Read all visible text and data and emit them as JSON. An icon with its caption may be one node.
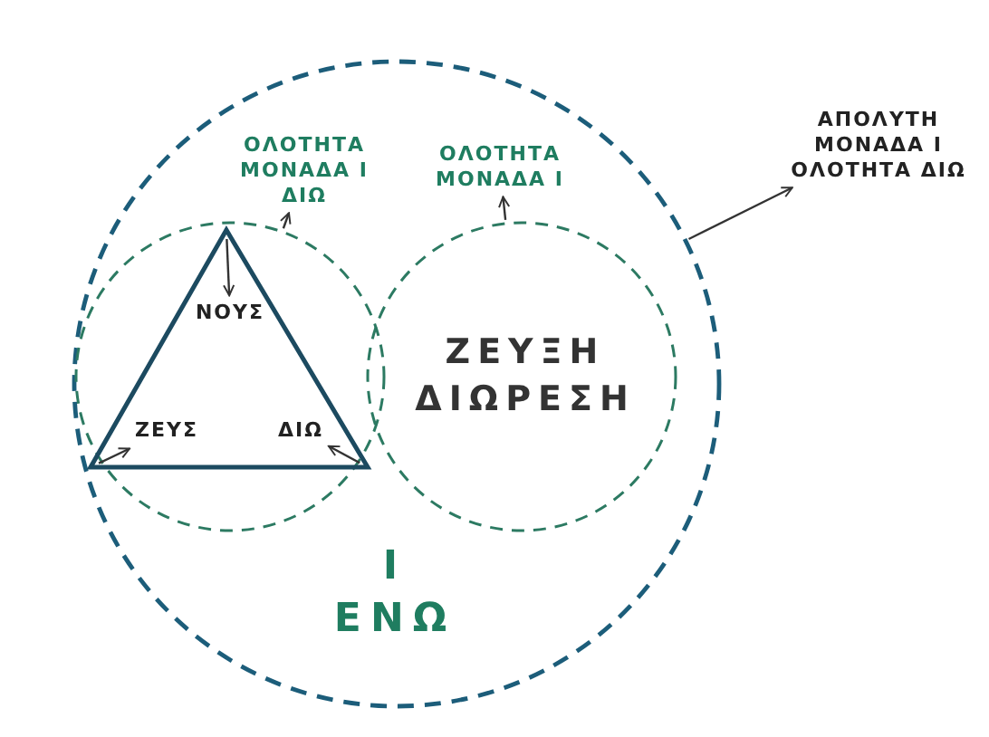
{
  "diagram": {
    "nodes": [
      {
        "text": [
          "Ι ΕΝΩ"
        ]
      },
      {
        "text": [
          "ΟΛΟΤΗΤΑ ΜΟΝΑΔΑ Ι ΔΙΩ"
        ],
        "in": 0
      },
      {
        "text": [
          "ΟΛΟΤΗΤΑ ΜΟΝΑΔΑ Ι"
        ],
        "in": 0
      },
      {
        "text": [],
        "shape": "circle",
        "in": 0
      },
      {
        "text": [],
        "shape": "triangle",
        "in": 3
      },
      {
        "text": [
          "ΝΟΥΣ"
        ],
        "in": 4
      },
      {
        "text": [
          "ΖΕΥΣ"
        ],
        "in": 4
      },
      {
        "text": [
          "ΔΙΩ"
        ],
        "in": 4
      },
      {
        "text": [
          "ΖΕΥΞΗ ΔΙΩΡΕΣΗ"
        ],
        "in": 0
      },
      {
        "text": [
          "ΑΠΟΛΥΤΗ ΜΟΝΑΔΑ Ι ΟΛΟΤΗΤΑ ΔΙΩ"
        ]
      }
    ],
    "edges": [
      {
        "from": 3,
        "to": 1,
        "arrow": "to"
      },
      {
        "from": 8,
        "to": 2,
        "arrow": "to"
      },
      {
        "from": 0,
        "to": 9,
        "arrow": "to"
      },
      {
        "from": 4,
        "to": 5,
        "arrow": "to"
      },
      {
        "from": 4,
        "to": 6,
        "arrow": "to"
      },
      {
        "from": 4,
        "to": 7,
        "arrow": "to"
      }
    ]
  }
}
